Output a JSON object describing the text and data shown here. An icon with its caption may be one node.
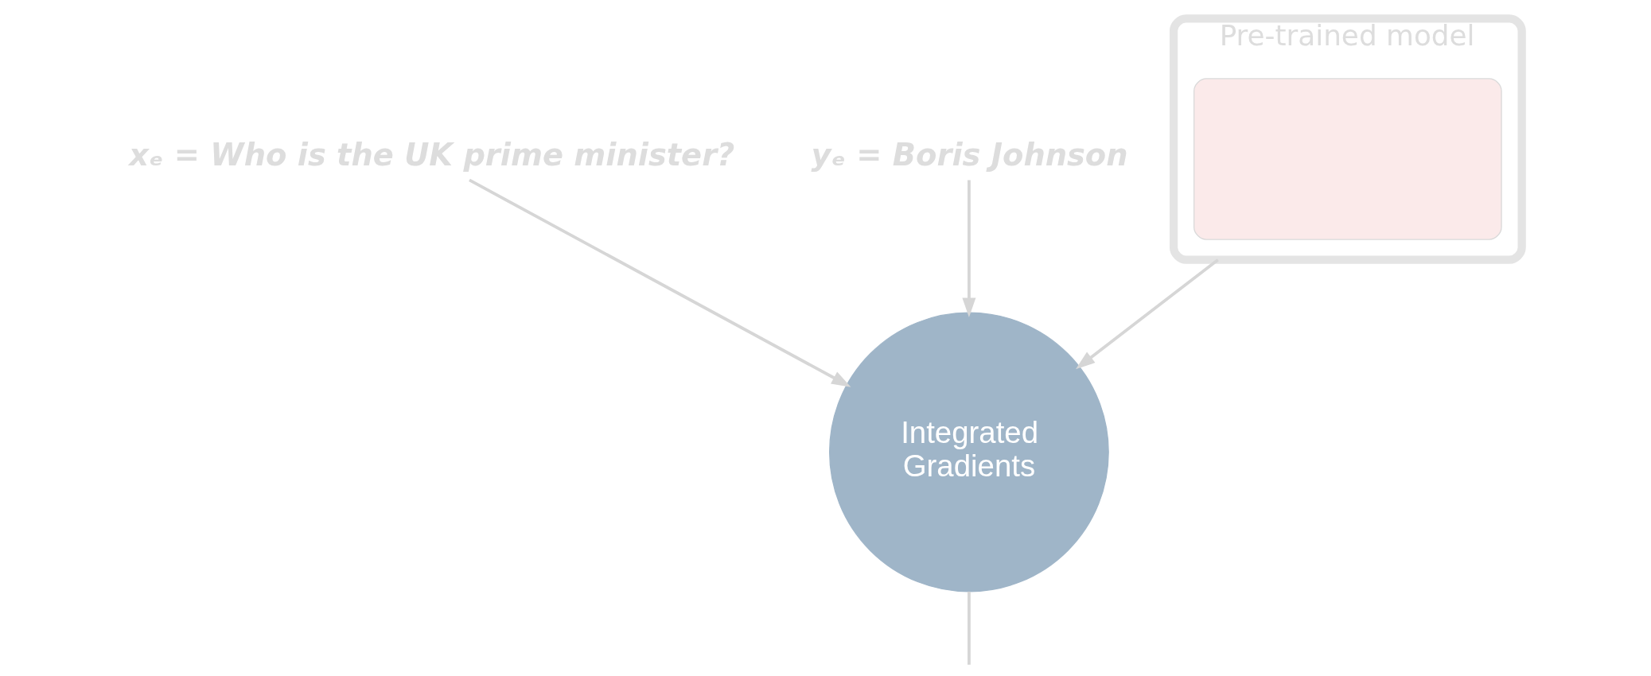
{
  "diagram": {
    "nodes": [
      {
        "text": [
          "xₑ = Who is the UK prime minister?"
        ]
      },
      {
        "text": [
          "yₑ = Boris Johnson"
        ]
      },
      {
        "text": [
          "Pre-trained model"
        ]
      },
      {
        "text": [],
        "shape": "box",
        "in": 2
      },
      {
        "text": [
          "Integrated Gradients"
        ]
      }
    ],
    "edges": [
      {
        "from": 0,
        "to": 4,
        "arrow": "to"
      },
      {
        "from": 1,
        "to": 4,
        "arrow": "to"
      },
      {
        "from": 2,
        "to": 4,
        "arrow": "to"
      },
      {
        "from": 4,
        "to": null,
        "arrow": "none"
      }
    ]
  }
}
